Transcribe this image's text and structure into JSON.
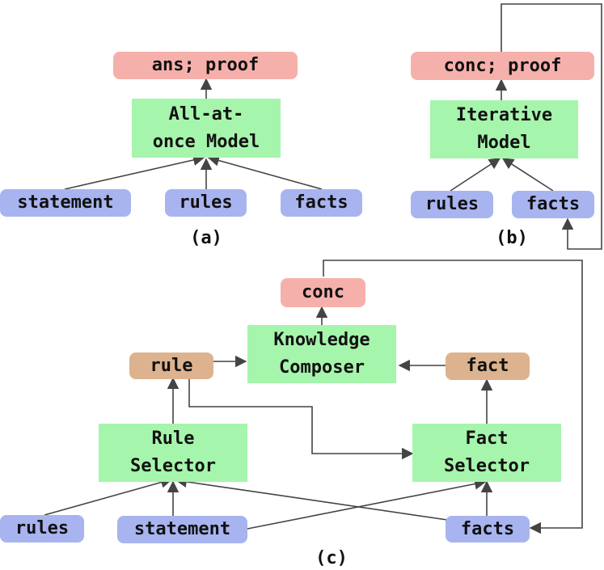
{
  "panel_a": {
    "output": "ans; proof",
    "model": "All-at-\nonce Model",
    "inputs": [
      "statement",
      "rules",
      "facts"
    ],
    "caption": "(a)"
  },
  "panel_b": {
    "output": "conc; proof",
    "model": "Iterative\nModel",
    "inputs": [
      "rules",
      "facts"
    ],
    "caption": "(b)"
  },
  "panel_c": {
    "output": "conc",
    "composer": "Knowledge\nComposer",
    "rule": "rule",
    "fact": "fact",
    "rule_selector": "Rule\nSelector",
    "fact_selector": "Fact\nSelector",
    "inputs": [
      "rules",
      "statement",
      "facts"
    ],
    "caption": "(c)"
  },
  "colors": {
    "input": "#a8b4f0",
    "output": "#f6b0ab",
    "intermediate": "#dcb38e",
    "model": "#a6f5ac",
    "arrow": "#444444"
  }
}
